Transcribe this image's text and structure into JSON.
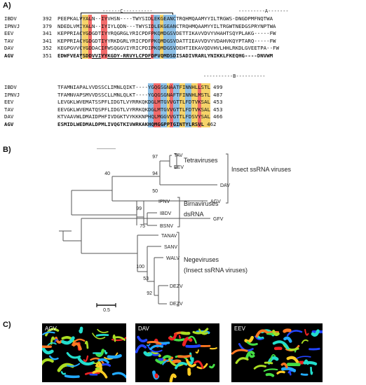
{
  "panels": {
    "A": "A)",
    "B": "B)",
    "C": "C)"
  },
  "alignment": {
    "block1": {
      "motif_C": "------C----------",
      "motif_A": "---------A-------",
      "rows": [
        {
          "name": "IBDV",
          "start": "392",
          "seq": "PEEPKALVYALN--IYVHSN----TWYSIDLEKGEANCTRQHMQAAMYYILTRGWS-DNGDPMFNQTWA",
          "end": "",
          "bold": false
        },
        {
          "name": "IPNVJ",
          "start": "379",
          "seq": "NDEDLVMIYALN--IYIYLQDN---TWYSIDLEKGEANCTRQHMQAAMYYILTRGWTNEDGSPRYNPTWA",
          "end": "",
          "bold": false
        },
        {
          "name": "EEV",
          "start": "341",
          "seq": "KEPPRIACYGDGDTIYYRQGRGLYRICPDFPKQMDGSVDETTIKAVVDVYVHAHTSQYPLAKG-----FW",
          "end": "",
          "bold": false
        },
        {
          "name": "TAV",
          "start": "341",
          "seq": "KEPPRIACYGDGDTIYYRKDGRLYRICPDFPKQMDGSVDATTIEAVVDVYVDAHVKQYPTARQ-----FW",
          "end": "",
          "bold": false
        },
        {
          "name": "DAV",
          "start": "352",
          "seq": "KEGPGVVCYGDDACIFWSQGGVIYRICPDIPKQMDGSVDEHTIEKAVQDVHVLHHLRKDLGVEETPA--FW",
          "end": "",
          "bold": false
        },
        {
          "name": "AGV",
          "start": "351",
          "seq": "EDWFVEAYSDDVVIYYKGDY-RRVYLCPDFDPVQMDSDISADIVRARLYNIKKLFKEQHG----DNVWM",
          "end": "",
          "bold": true
        }
      ]
    },
    "block2": {
      "motif_B": "----------B----------",
      "rows": [
        {
          "name": "IBDV",
          "seq": "TFAMNIAPALVVDSSCLIMNLQIKT----YGQGSGNAATFINNHLLSTL",
          "end": "499",
          "bold": false
        },
        {
          "name": "IPNVJ",
          "seq": "TFAMNVAPSMVVDSSCLLMNLQLKT----YGQGSGNAFTFINNHLMSTL",
          "end": "487",
          "bold": false
        },
        {
          "name": "EEV",
          "seq": "LEVGKLWVEMATSSPFLIDGTLVYRRKQKDGLMTGVVGTTLFDTVKSAL",
          "end": "453",
          "bold": false
        },
        {
          "name": "TAV",
          "seq": "EEVGKLWVEMATQSPFLIDGTLVYRRKQKDGLMTGVVGTTLFDTVKSAL",
          "end": "453",
          "bold": false
        },
        {
          "name": "DAV",
          "seq": "KTVAAVWLDMAIDPHFIVDGKTVYKKKNPHQLMGGVVGTTLFDSVYSAL",
          "end": "466",
          "bold": false
        },
        {
          "name": "AGV",
          "seq": "ESMIDLWEDMALDPMLIVQGTKIVWRKAKHQMGGPPTGINTYLRSVL",
          "end": "462",
          "bold": true
        }
      ]
    }
  },
  "tree": {
    "groups": [
      {
        "label": "Tetraviruses"
      },
      {
        "label": "Insect ssRNA viruses"
      },
      {
        "label": "Birnaviruses"
      },
      {
        "label": "dsRNA"
      },
      {
        "label": "Negeviruses"
      },
      {
        "label": "(Insect ssRNA viruses)"
      }
    ],
    "taxa": [
      "TAV",
      "EEV",
      "DAV",
      "AGV",
      "IPNV",
      "IBDV",
      "BSNV",
      "GFV",
      "TANAV",
      "SANV",
      "WALV",
      "DEZV"
    ],
    "bootstrap": [
      "97",
      "94",
      "40",
      "50",
      "99",
      "75",
      "100",
      "53",
      "92"
    ],
    "scale_label": "0.5"
  },
  "structures": [
    {
      "label": "AGV"
    },
    {
      "label": "DAV"
    },
    {
      "label": "EEV"
    }
  ],
  "colors": {
    "red": "#f26b6b",
    "yellow": "#f6d36a",
    "blue": "#8ec1e8"
  }
}
